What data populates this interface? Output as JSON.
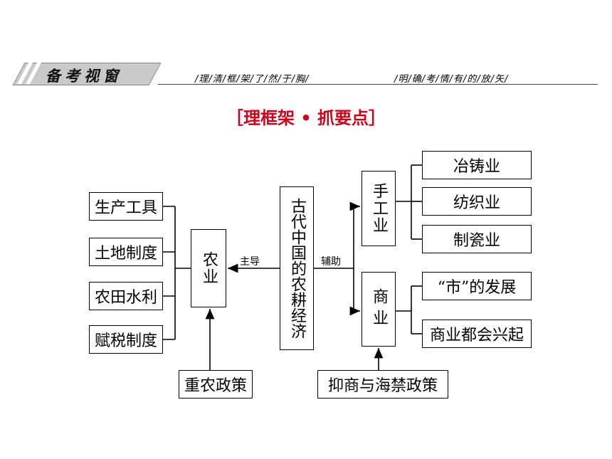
{
  "header": {
    "banner": "备考视窗",
    "slogan_left": "/理/清/框/架/了/然/于/胸/",
    "slogan_right": "/明/确/考/情/有/的/放/矢/"
  },
  "title": "［理框架 • 抓要点］",
  "diagram": {
    "center": "古代中国的农耕经济",
    "agriculture": "农业",
    "left_items": [
      "生产工具",
      "土地制度",
      "农田水利",
      "赋税制度"
    ],
    "agri_policy": "重农政策",
    "label_main": "主导",
    "label_aux": "辅助",
    "handicraft": "手工业",
    "handicraft_items": [
      "冶铸业",
      "纺织业",
      "制瓷业"
    ],
    "commerce": "商业",
    "commerce_items": [
      "“市”的发展",
      "商业都会兴起"
    ],
    "commerce_policy": "抑商与海禁政策"
  }
}
